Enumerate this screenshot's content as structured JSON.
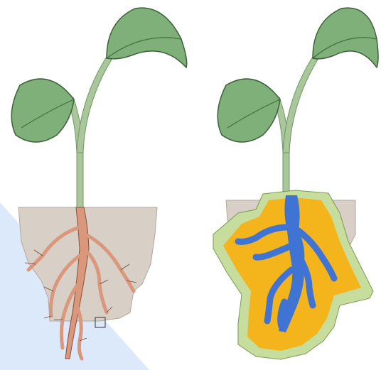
{
  "colors": {
    "background": "#ffffff",
    "corner_shade": "#dbe9fb",
    "soil": "#d8cfc7",
    "soil_edge": "#b3a79c",
    "stem": "#a9c79a",
    "stem_dark": "#6f9664",
    "leaf": "#7fb07a",
    "leaf_light": "#a4c99a",
    "leaf_vein": "#3f6f3c",
    "leaf_edge": "#3e5f39",
    "root": "#d9987c",
    "root_edge": "#8a4f39",
    "root_hair": "#6b4a3a",
    "root_blue": "#3f74d4",
    "zone_orange": "#f3b41c",
    "zone_green": "#c6dd9e",
    "zone_edge": "#7a9a53",
    "box": "#333333"
  },
  "panels": [
    {
      "name": "left-plant",
      "style": "natural-roots"
    },
    {
      "name": "right-plant",
      "style": "root-zone-overlay"
    }
  ]
}
